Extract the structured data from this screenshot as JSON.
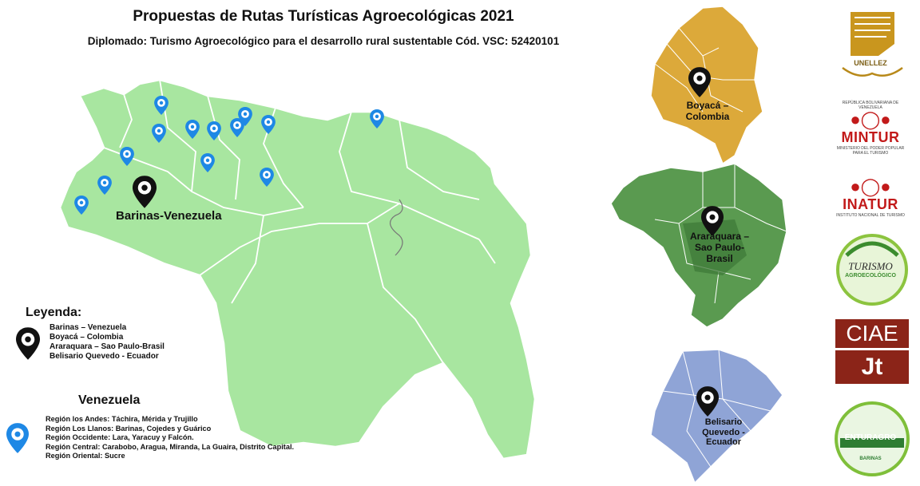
{
  "title": "Propuestas de Rutas Turísticas Agroecológicas 2021",
  "subtitle": "Diplomado: Turismo Agroecológico para el desarrollo rural sustentable Cód. VSC: 52420101",
  "map_labels": {
    "barinas": "Barinas-Venezuela",
    "boyaca": [
      "Boyacá –",
      "Colombia"
    ],
    "araraquara": [
      "Araraquara –",
      "Sao Paulo-",
      "Brasil"
    ],
    "belisario": [
      "Belisario",
      "Quevedo -",
      "Ecuador"
    ]
  },
  "legend": {
    "title": "Leyenda:",
    "items": [
      "Barinas – Venezuela",
      "Boyacá – Colombia",
      "Araraquara – Sao Paulo-Brasil",
      "Belisario Quevedo - Ecuador"
    ],
    "marker_color": "#111111"
  },
  "venezuela": {
    "title": "Venezuela",
    "marker_color": "#1e88e5",
    "regions": [
      "Región los Andes:  Táchira, Mérida y Trujillo",
      "Región Los Llanos: Barinas, Cojedes y Guárico",
      "Región Occidente:  Lara, Yaracuy y Falcón.",
      "Región Central: Carabobo, Aragua, Miranda, La Guaira, Distrito Capital.",
      "Región Oriental: Sucre"
    ]
  },
  "logos": {
    "unellez": "UNELLEZ",
    "mintur": "MINTUR",
    "mintur_small": [
      "REPÚBLICA BOLIVARIANA DE VENEZUELA",
      "MINISTERIO DEL PODER POPULAR",
      "PARA EL TURISMO"
    ],
    "inatur": "INATUR",
    "inatur_small": "INSTITUTO NACIONAL DE TURISMO",
    "turismo": "TURISMO",
    "turismo_sub": "AGROECOLÓGICO",
    "ciae": "CIAE",
    "jt": "Jt",
    "enturagro": "ENTURAGRO",
    "barinas": "BARINAS"
  },
  "colors": {
    "venezuela": "#a8e6a0",
    "colombia": "#dca93a",
    "brasil": "#5a9a50",
    "ecuador": "#8fa4d6"
  }
}
